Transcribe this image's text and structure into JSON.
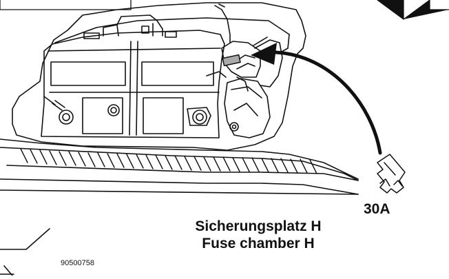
{
  "fuse": {
    "rating": "30A"
  },
  "caption": {
    "line1": "Sicherungsplatz H",
    "line2": "Fuse chamber H"
  },
  "doc": {
    "number": "90500758"
  },
  "colors": {
    "line": "#111111",
    "fuse_highlight": "#aaaaaa",
    "background": "#ffffff"
  }
}
